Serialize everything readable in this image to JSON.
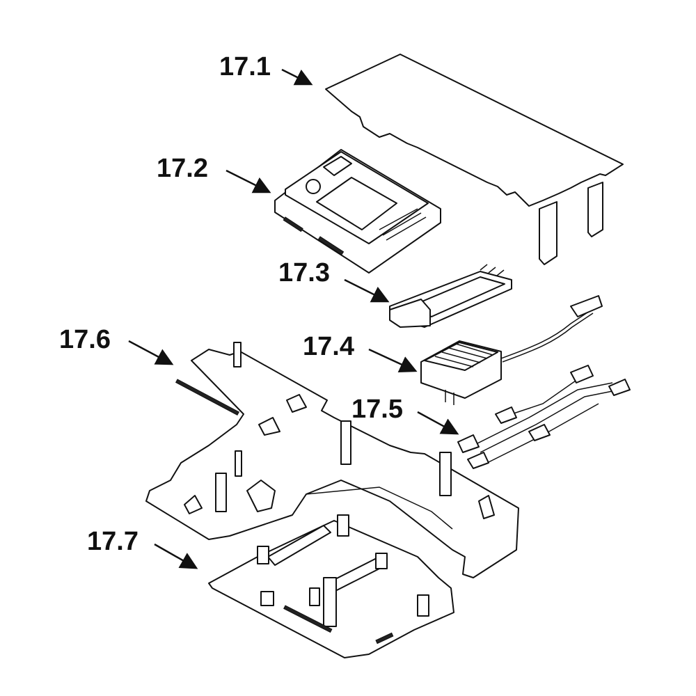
{
  "diagram": {
    "type": "exploded-parts-view",
    "callouts": [
      {
        "id": "17.1",
        "label": "17.1"
      },
      {
        "id": "17.2",
        "label": "17.2"
      },
      {
        "id": "17.3",
        "label": "17.3"
      },
      {
        "id": "17.4",
        "label": "17.4"
      },
      {
        "id": "17.5",
        "label": "17.5"
      },
      {
        "id": "17.6",
        "label": "17.6"
      },
      {
        "id": "17.7",
        "label": "17.7"
      }
    ]
  }
}
